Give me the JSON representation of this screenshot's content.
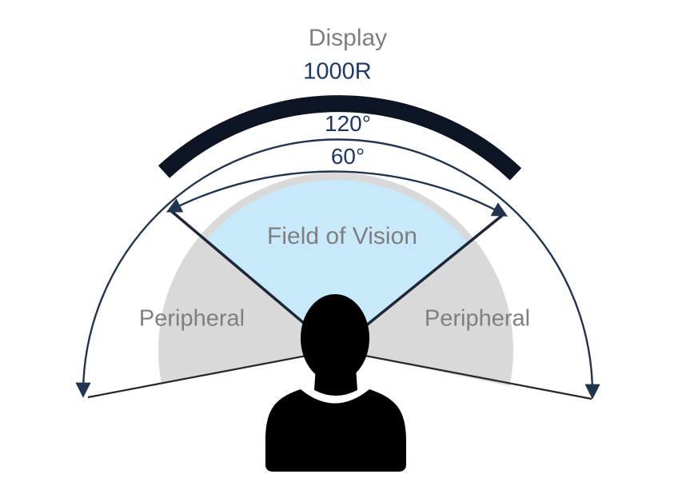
{
  "diagram": {
    "labels": {
      "display": "Display",
      "curvature": "1000R",
      "display_angle": "120°",
      "vision_angle": "60°",
      "field_of_vision": "Field of Vision",
      "peripheral_left": "Peripheral",
      "peripheral_right": "Peripheral"
    },
    "colors": {
      "background": "#ffffff",
      "display_arc": "#0d1424",
      "angle_arc": "#22354f",
      "wedge_edge_line": "#1d2737",
      "peripheral_line": "#262626",
      "field_fill": "#c7e9fa",
      "peripheral_fill": "#d9d9d9",
      "silhouette": "#000000",
      "navy_text": "#1f3864",
      "gray_text": "#7f7f7f"
    }
  }
}
